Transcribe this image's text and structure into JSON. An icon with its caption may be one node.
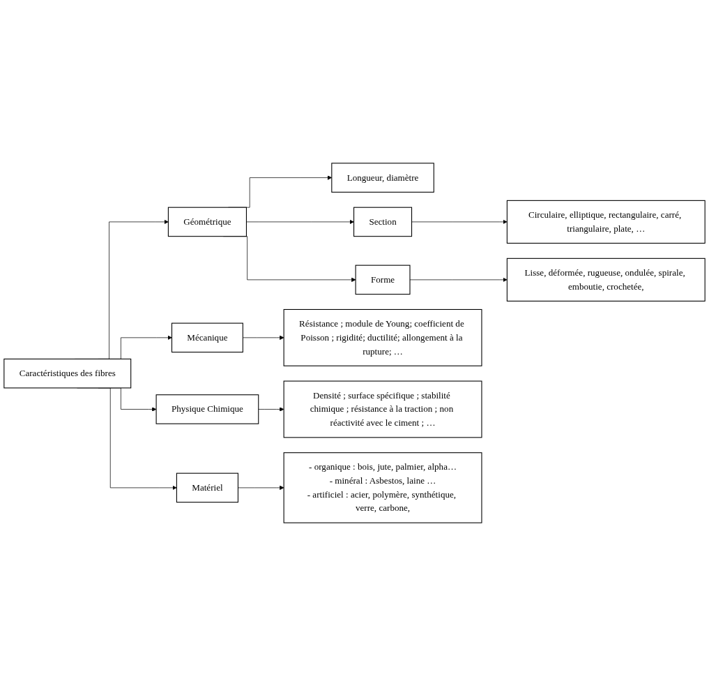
{
  "diagram": {
    "nodes": [
      {
        "text": [
          "Caractéristiques des fibres"
        ]
      },
      {
        "text": [
          "Géométrique"
        ]
      },
      {
        "text": [
          "Longueur, diamètre"
        ]
      },
      {
        "text": [
          "Section"
        ]
      },
      {
        "text": [
          "Circulaire, elliptique, rectangulaire, carré, triangulaire, plate, …"
        ]
      },
      {
        "text": [
          "Forme"
        ]
      },
      {
        "text": [
          "Lisse, déformée, rugueuse, ondulée, spirale, emboutie, crochetée,"
        ]
      },
      {
        "text": [
          "Mécanique"
        ]
      },
      {
        "text": [
          "Résistance ; module de Young; coefficient de Poisson ; rigidité; ductilité; allongement à la rupture; …"
        ]
      },
      {
        "text": [
          "Physique Chimique"
        ]
      },
      {
        "text": [
          "Densité ; surface spécifique ; stabilité chimique ; résistance à la traction ; non réactivité avec le ciment ; …"
        ]
      },
      {
        "text": [
          "Matériel"
        ]
      },
      {
        "text": [
          "- organique : bois, jute, palmier, alpha…",
          "- minéral : Asbestos, laine …",
          "- artificiel : acier, polymère, synthétique, verre, carbone,"
        ]
      }
    ],
    "edges": [
      {
        "from": 0,
        "to": 1,
        "arrow": "to"
      },
      {
        "from": 0,
        "to": 7,
        "arrow": "to"
      },
      {
        "from": 0,
        "to": 9,
        "arrow": "to"
      },
      {
        "from": 0,
        "to": 11,
        "arrow": "to"
      },
      {
        "from": 1,
        "to": 2,
        "arrow": "to"
      },
      {
        "from": 1,
        "to": 3,
        "arrow": "to"
      },
      {
        "from": 1,
        "to": 5,
        "arrow": "to"
      },
      {
        "from": 3,
        "to": 4,
        "arrow": "to"
      },
      {
        "from": 5,
        "to": 6,
        "arrow": "to"
      },
      {
        "from": 7,
        "to": 8,
        "arrow": "to"
      },
      {
        "from": 9,
        "to": 10,
        "arrow": "to"
      },
      {
        "from": 11,
        "to": 12,
        "arrow": "to"
      }
    ]
  }
}
